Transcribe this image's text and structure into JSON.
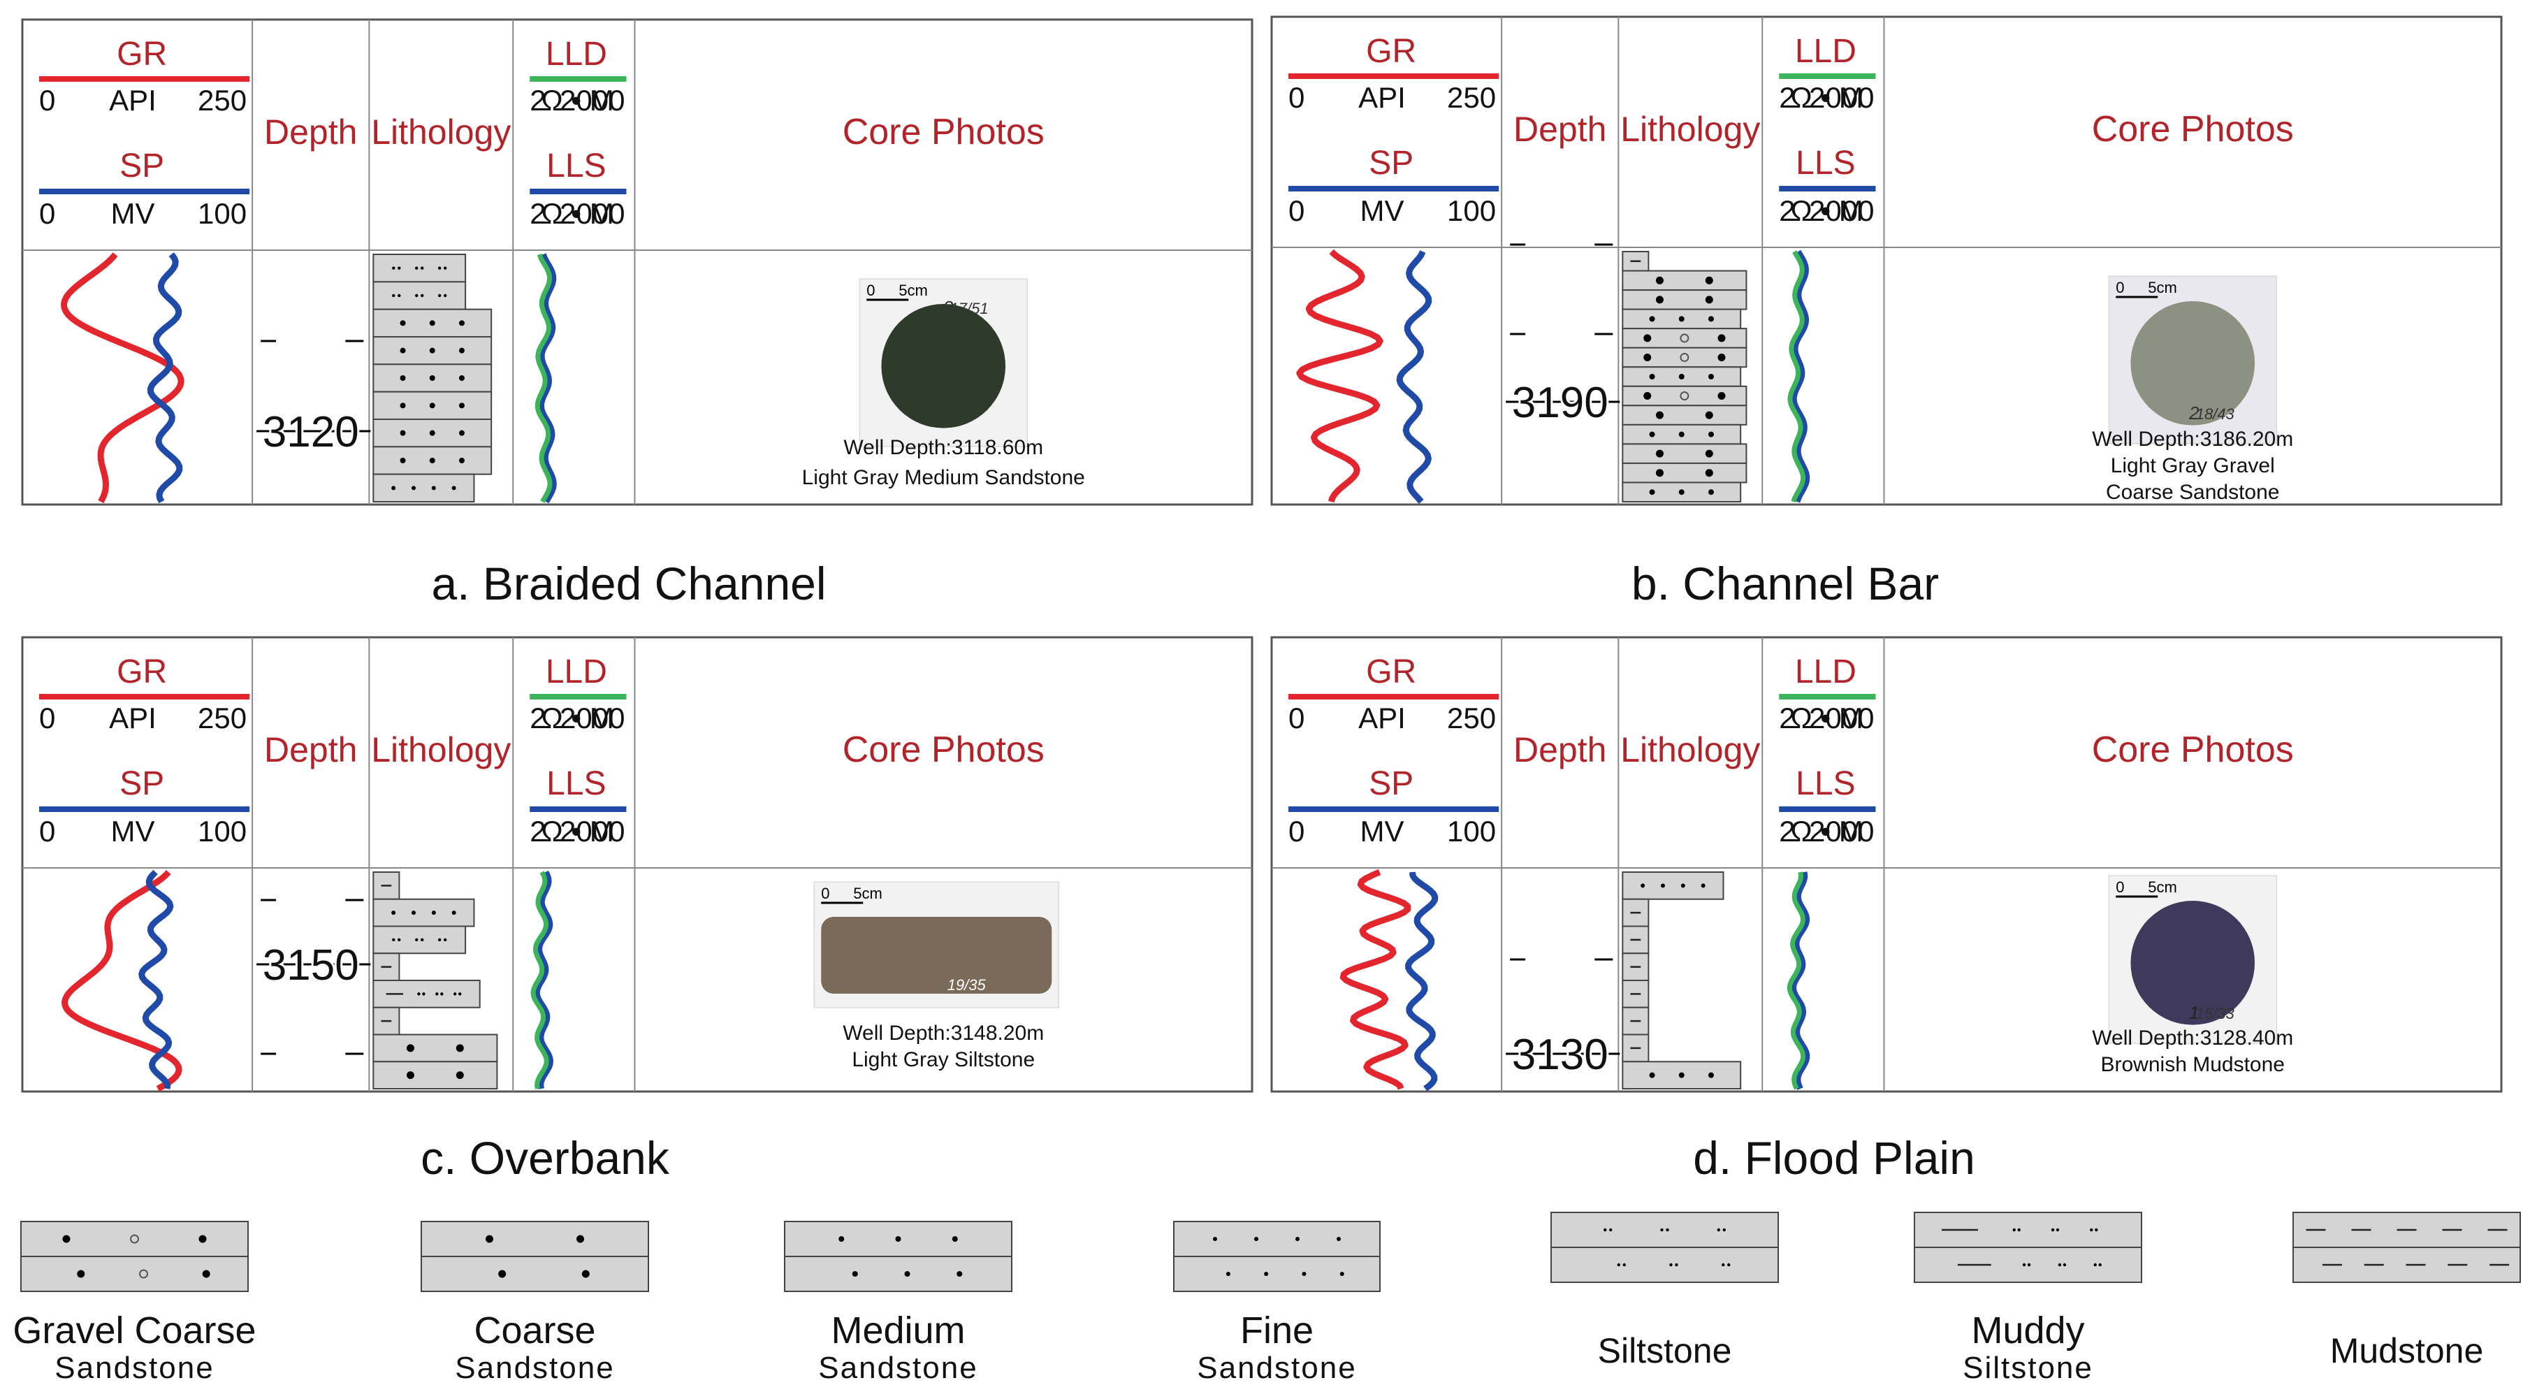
{
  "colors": {
    "gr": "#e3262d",
    "sp": "#1f4aa8",
    "lld": "#3cb45a",
    "lls": "#1f4aa8",
    "label_red": "#b2242a",
    "litho_fill": "#d4d4d4",
    "border": "#555555"
  },
  "header": {
    "gr": "GR",
    "gr_unit": "API",
    "gr_min": "0",
    "gr_max": "250",
    "sp": "SP",
    "sp_unit": "MV",
    "sp_min": "0",
    "sp_max": "100",
    "depth": "Depth",
    "lithology": "Lithology",
    "lld": "LLD",
    "lls": "LLS",
    "res_unit": "Ω • M",
    "res_min": "2",
    "res_max": "2000",
    "core": "Core Photos"
  },
  "panels": [
    {
      "id": "a",
      "caption": "a. Braided Channel",
      "depth_label": "3120",
      "photo_scale": "5cm",
      "photo_note": "17/51",
      "photo_prefix": "3",
      "well_depth": "Well Depth:3118.60m",
      "rock": [
        "Light Gray Medium Sandstone"
      ],
      "beds": [
        "siltstone",
        "siltstone",
        "medium",
        "medium",
        "medium",
        "medium",
        "medium",
        "medium",
        "fine"
      ]
    },
    {
      "id": "b",
      "caption": "b. Channel Bar",
      "depth_label": "3190",
      "photo_scale": "5cm",
      "photo_note": "18/43",
      "photo_prefix": "2",
      "well_depth": "Well Depth:3186.20m",
      "rock": [
        "Light Gray Gravel",
        "Coarse Sandstone"
      ],
      "beds": [
        "mudstone",
        "coarse",
        "coarse",
        "medium",
        "gravel",
        "gravel",
        "medium",
        "gravel",
        "coarse",
        "medium",
        "coarse",
        "coarse",
        "medium"
      ]
    },
    {
      "id": "c",
      "caption": "c. Overbank",
      "depth_label": "3150",
      "photo_scale": "5cm",
      "photo_note": "19/35",
      "photo_prefix": "",
      "well_depth": "Well Depth:3148.20m",
      "rock": [
        "Light Gray Siltstone"
      ],
      "beds": [
        "mudstone",
        "fine",
        "siltstone",
        "mudstone",
        "muddy",
        "mudstone",
        "coarse",
        "coarse"
      ]
    },
    {
      "id": "d",
      "caption": "d. Flood Plain",
      "depth_label": "3130",
      "photo_scale": "5cm",
      "photo_note": "15/33",
      "photo_prefix": "1",
      "well_depth": "Well Depth:3128.40m",
      "rock": [
        "Brownish Mudstone"
      ],
      "beds": [
        "fine",
        "mudstone",
        "mudstone",
        "mudstone",
        "mudstone",
        "mudstone",
        "mudstone",
        "medium"
      ]
    }
  ],
  "legend": [
    {
      "type": "gravel",
      "label1": "Gravel Coarse",
      "label2": "Sandstone"
    },
    {
      "type": "coarse",
      "label1": "Coarse",
      "label2": "Sandstone"
    },
    {
      "type": "medium",
      "label1": "Medium",
      "label2": "Sandstone"
    },
    {
      "type": "fine",
      "label1": "Fine",
      "label2": "Sandstone"
    },
    {
      "type": "siltstone",
      "label1": "Siltstone",
      "label2": ""
    },
    {
      "type": "muddy",
      "label1": "Muddy",
      "label2": "Siltstone"
    },
    {
      "type": "mudstone",
      "label1": "Mudstone",
      "label2": ""
    }
  ]
}
